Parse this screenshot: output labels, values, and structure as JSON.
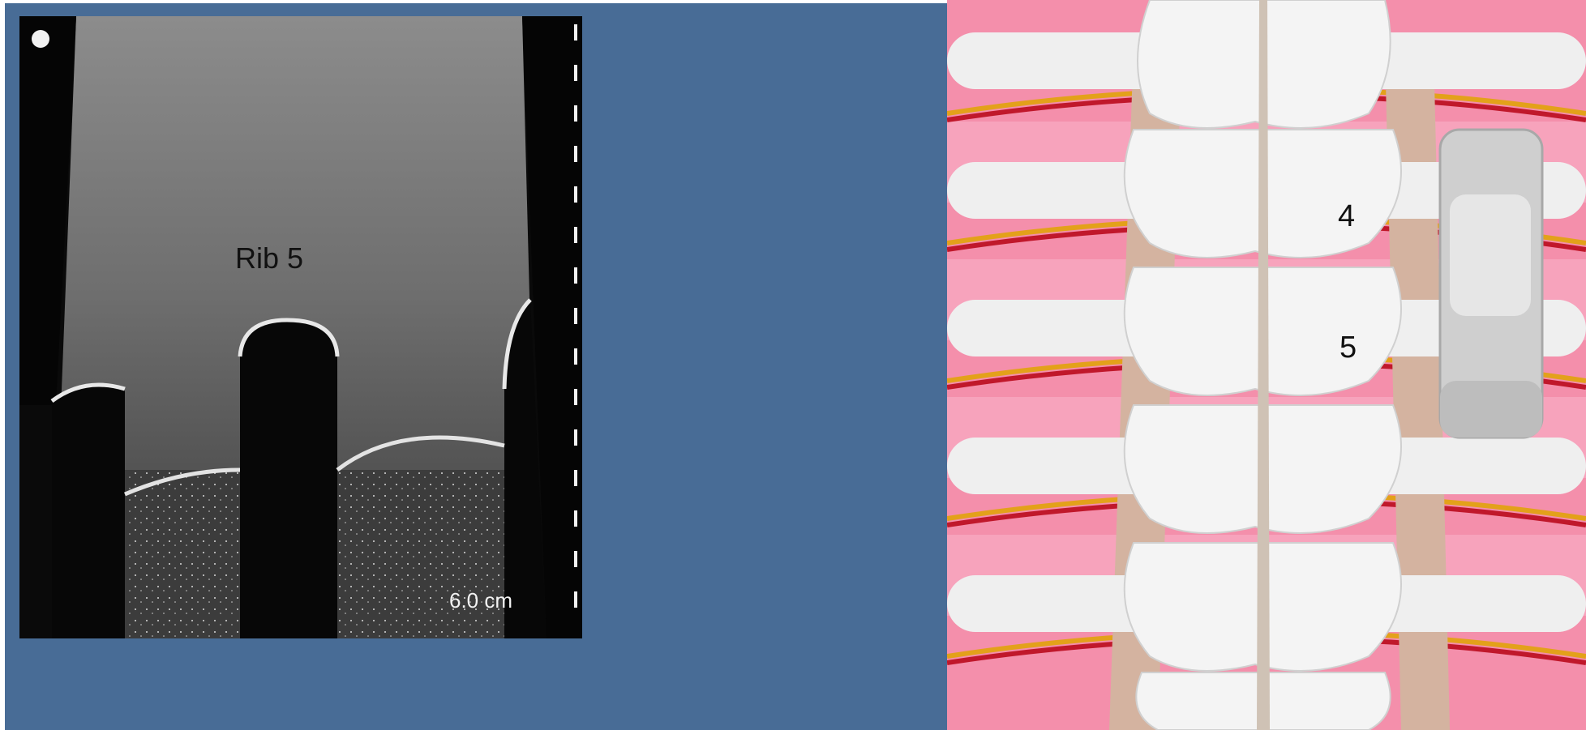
{
  "ultrasound_panel": {
    "structure_label": "Rib 5",
    "depth_label": "6.0 cm"
  },
  "anatomy_panel": {
    "vertebra_labels": [
      "4",
      "5"
    ],
    "probe_icon": "ultrasound-probe"
  },
  "colors": {
    "background": "#486c96",
    "ultrasound_bg": "#0a0a0a",
    "bone": "#efefef",
    "muscle": "#f48fab",
    "membrane": "#d4b3a0"
  }
}
